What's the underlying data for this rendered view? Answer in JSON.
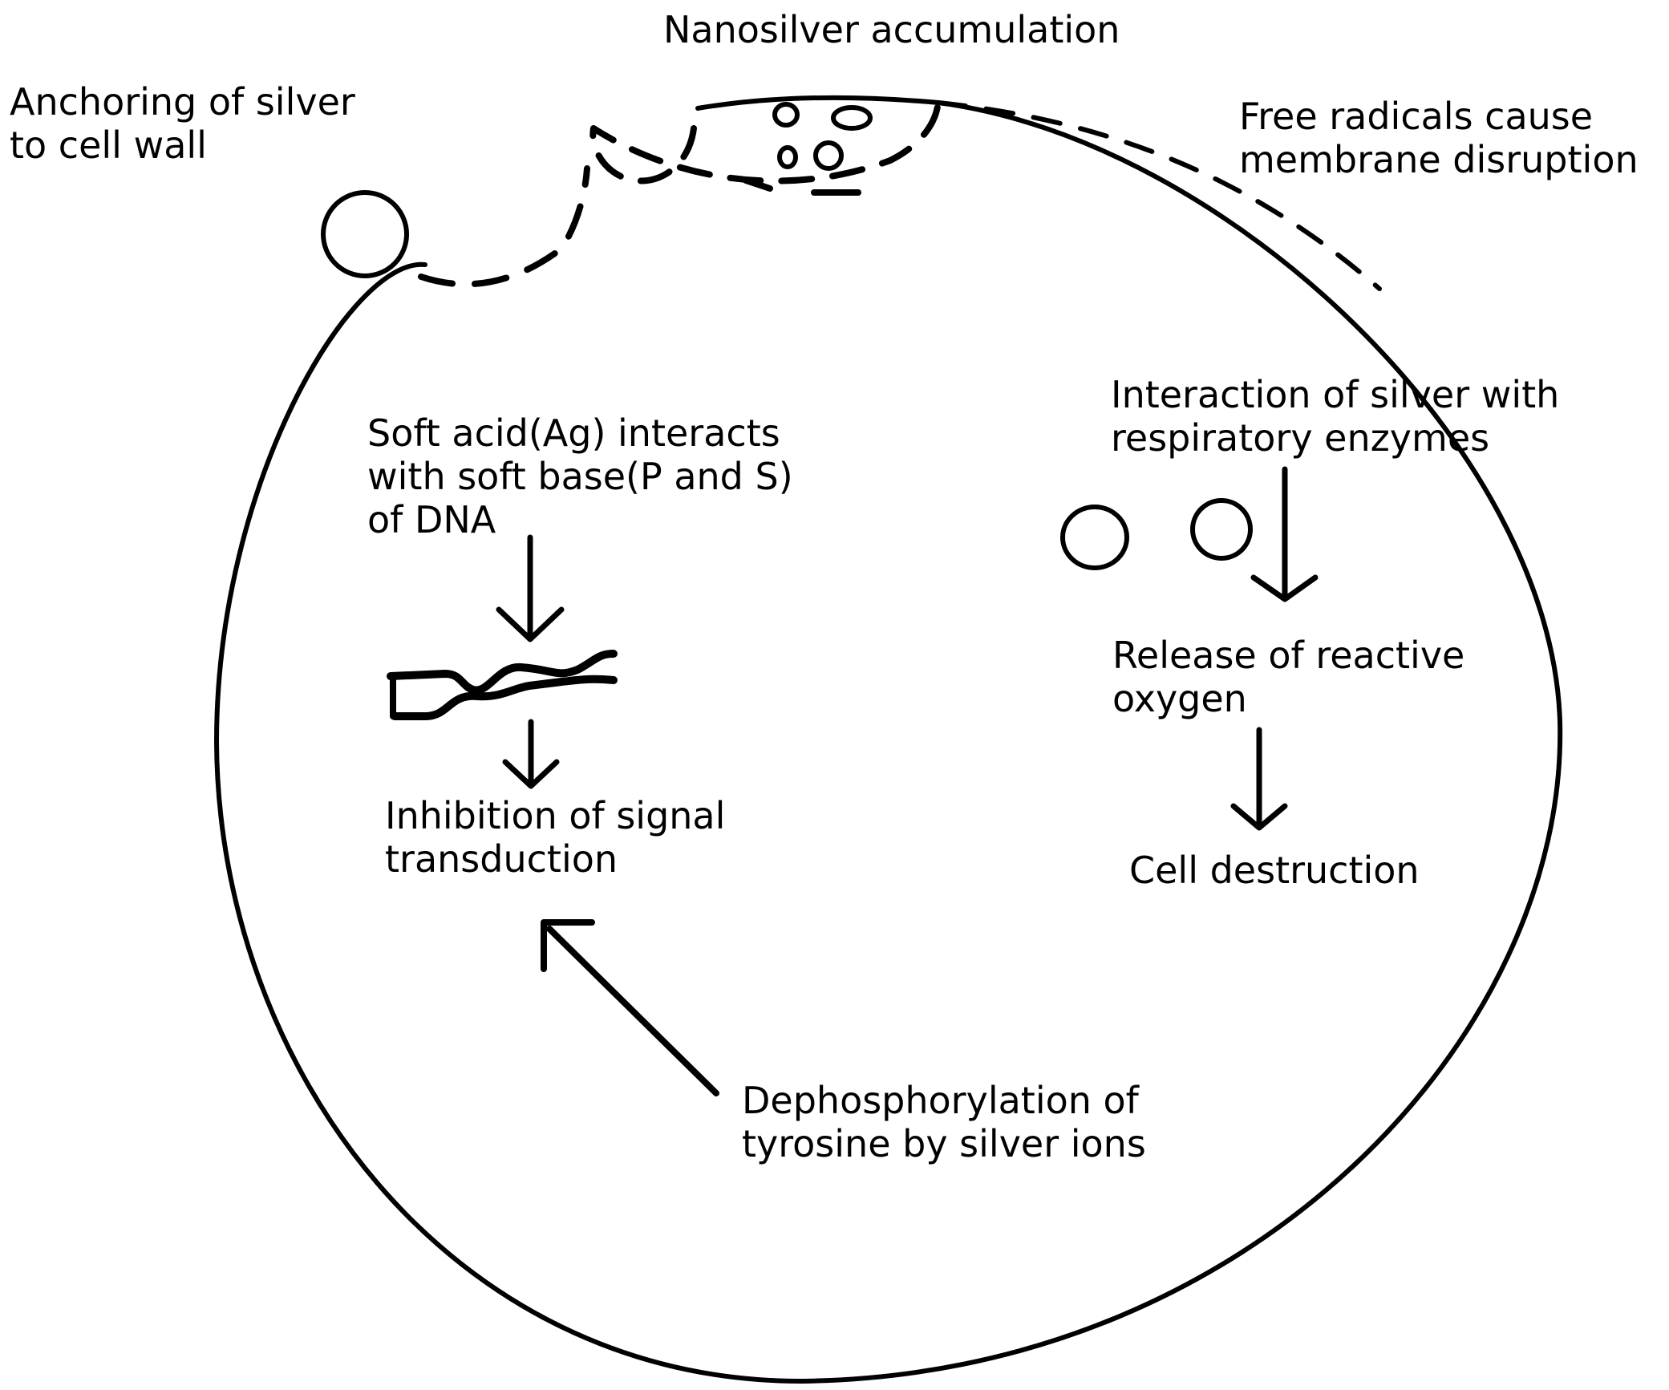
{
  "colors": {
    "ink": "#000000",
    "background": "#ffffff"
  },
  "labels": {
    "nanosilver_accumulation": "Nanosilver accumulation",
    "anchoring": {
      "line1": "Anchoring of silver",
      "line2": "to cell wall"
    },
    "free_radicals": {
      "line1": "Free radicals cause",
      "line2": "membrane disruption"
    },
    "soft_acid": {
      "line1": "Soft acid(Ag) interacts",
      "line2": "with soft base(P and S)",
      "line3": "of DNA"
    },
    "inhibition": {
      "line1": "Inhibition of signal",
      "line2": "transduction"
    },
    "interaction": {
      "line1": "Interaction of silver with",
      "line2": "respiratory enzymes"
    },
    "release": {
      "line1": "Release of reactive",
      "line2": "oxygen"
    },
    "cell_destruction": "Cell destruction",
    "dephosphorylation": {
      "line1": "Dephosphorylation of",
      "line2": "tyrosine by silver ions"
    }
  },
  "icons": [
    "cell-membrane-circle",
    "silver-particle-icon",
    "nanosilver-cluster-icon",
    "dna-strand-icon",
    "arrow-icon"
  ]
}
